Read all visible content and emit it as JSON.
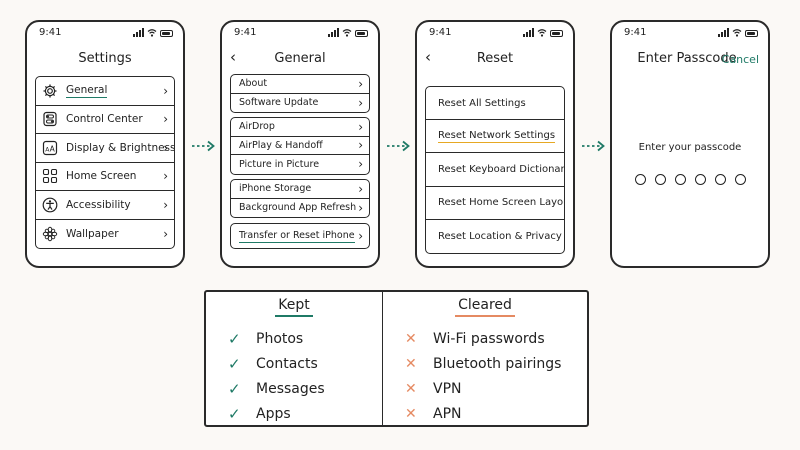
{
  "status_time": "9:41",
  "screens": {
    "settings": {
      "title": "Settings",
      "rows": [
        {
          "label": "General",
          "icon": "gear-icon"
        },
        {
          "label": "Control Center",
          "icon": "toggles-icon"
        },
        {
          "label": "Display & Brightness",
          "icon": "text-size-icon"
        },
        {
          "label": "Home Screen",
          "icon": "app-grid-icon"
        },
        {
          "label": "Accessibility",
          "icon": "accessibility-icon"
        },
        {
          "label": "Wallpaper",
          "icon": "flower-icon"
        }
      ]
    },
    "general": {
      "title": "General",
      "groups": [
        [
          "About",
          "Software Update"
        ],
        [
          "AirDrop",
          "AirPlay & Handoff",
          "Picture in Picture"
        ],
        [
          "iPhone Storage",
          "Background App Refresh"
        ],
        [
          "Transfer or Reset iPhone"
        ]
      ]
    },
    "reset": {
      "title": "Reset",
      "rows": [
        "Reset All Settings",
        "Reset Network Settings",
        "Reset Keyboard Dictionary",
        "Reset Home Screen Layout",
        "Reset Location & Privacy"
      ]
    },
    "passcode": {
      "title": "Enter Passcode",
      "cancel": "Cancel",
      "prompt": "Enter your passcode",
      "digit_count": 6
    }
  },
  "summary": {
    "kept": {
      "heading": "Kept",
      "items": [
        "Photos",
        "Contacts",
        "Messages",
        "Apps"
      ]
    },
    "cleared": {
      "heading": "Cleared",
      "items": [
        "Wi-Fi passwords",
        "Bluetooth pairings",
        "VPN",
        "APN"
      ]
    }
  },
  "colors": {
    "kept_accent": "#1f7a66",
    "cleared_accent": "#e58a62",
    "highlight_orange": "#e6a823"
  }
}
